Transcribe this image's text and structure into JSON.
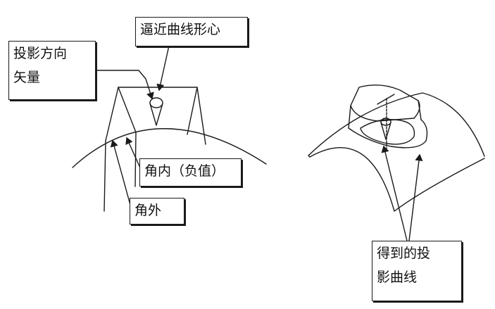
{
  "diagram": {
    "line_color": "#1a1a1a",
    "left_figure": {
      "callouts": {
        "approx_centroid": "逼近曲线形心",
        "projection_vector": [
          "投影方向",
          "矢量"
        ],
        "inner_angle": "角内（负值）",
        "outer_angle": "角外"
      }
    },
    "right_figure": {
      "callouts": {
        "projected_curve": [
          "得到的投",
          "影曲线"
        ]
      }
    }
  }
}
